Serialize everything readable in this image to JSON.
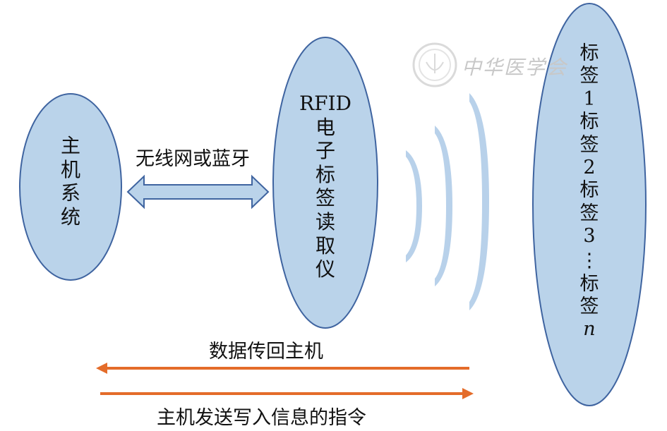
{
  "diagram": {
    "host_node": {
      "label": [
        "主",
        "机",
        "系",
        "统"
      ]
    },
    "link_label": "无线网或蓝牙",
    "reader_node": {
      "label": [
        "RFID",
        "电",
        "子",
        "标",
        "签",
        "读",
        "取",
        "仪"
      ]
    },
    "tags_node": {
      "label": [
        "标",
        "签",
        "1",
        "标",
        "签",
        "2",
        "标",
        "签",
        "3",
        "⋮",
        "标",
        "签",
        "n"
      ]
    },
    "return_arrow_label": "数据传回主机",
    "send_arrow_label": "主机发送写入信息的指令",
    "watermark_text": "中华医学会",
    "colors": {
      "node_fill": "#bad3ea",
      "node_stroke": "#3f64a0",
      "wave_fill": "#b8d1ea",
      "arrow_orange": "#e46c2a"
    }
  }
}
